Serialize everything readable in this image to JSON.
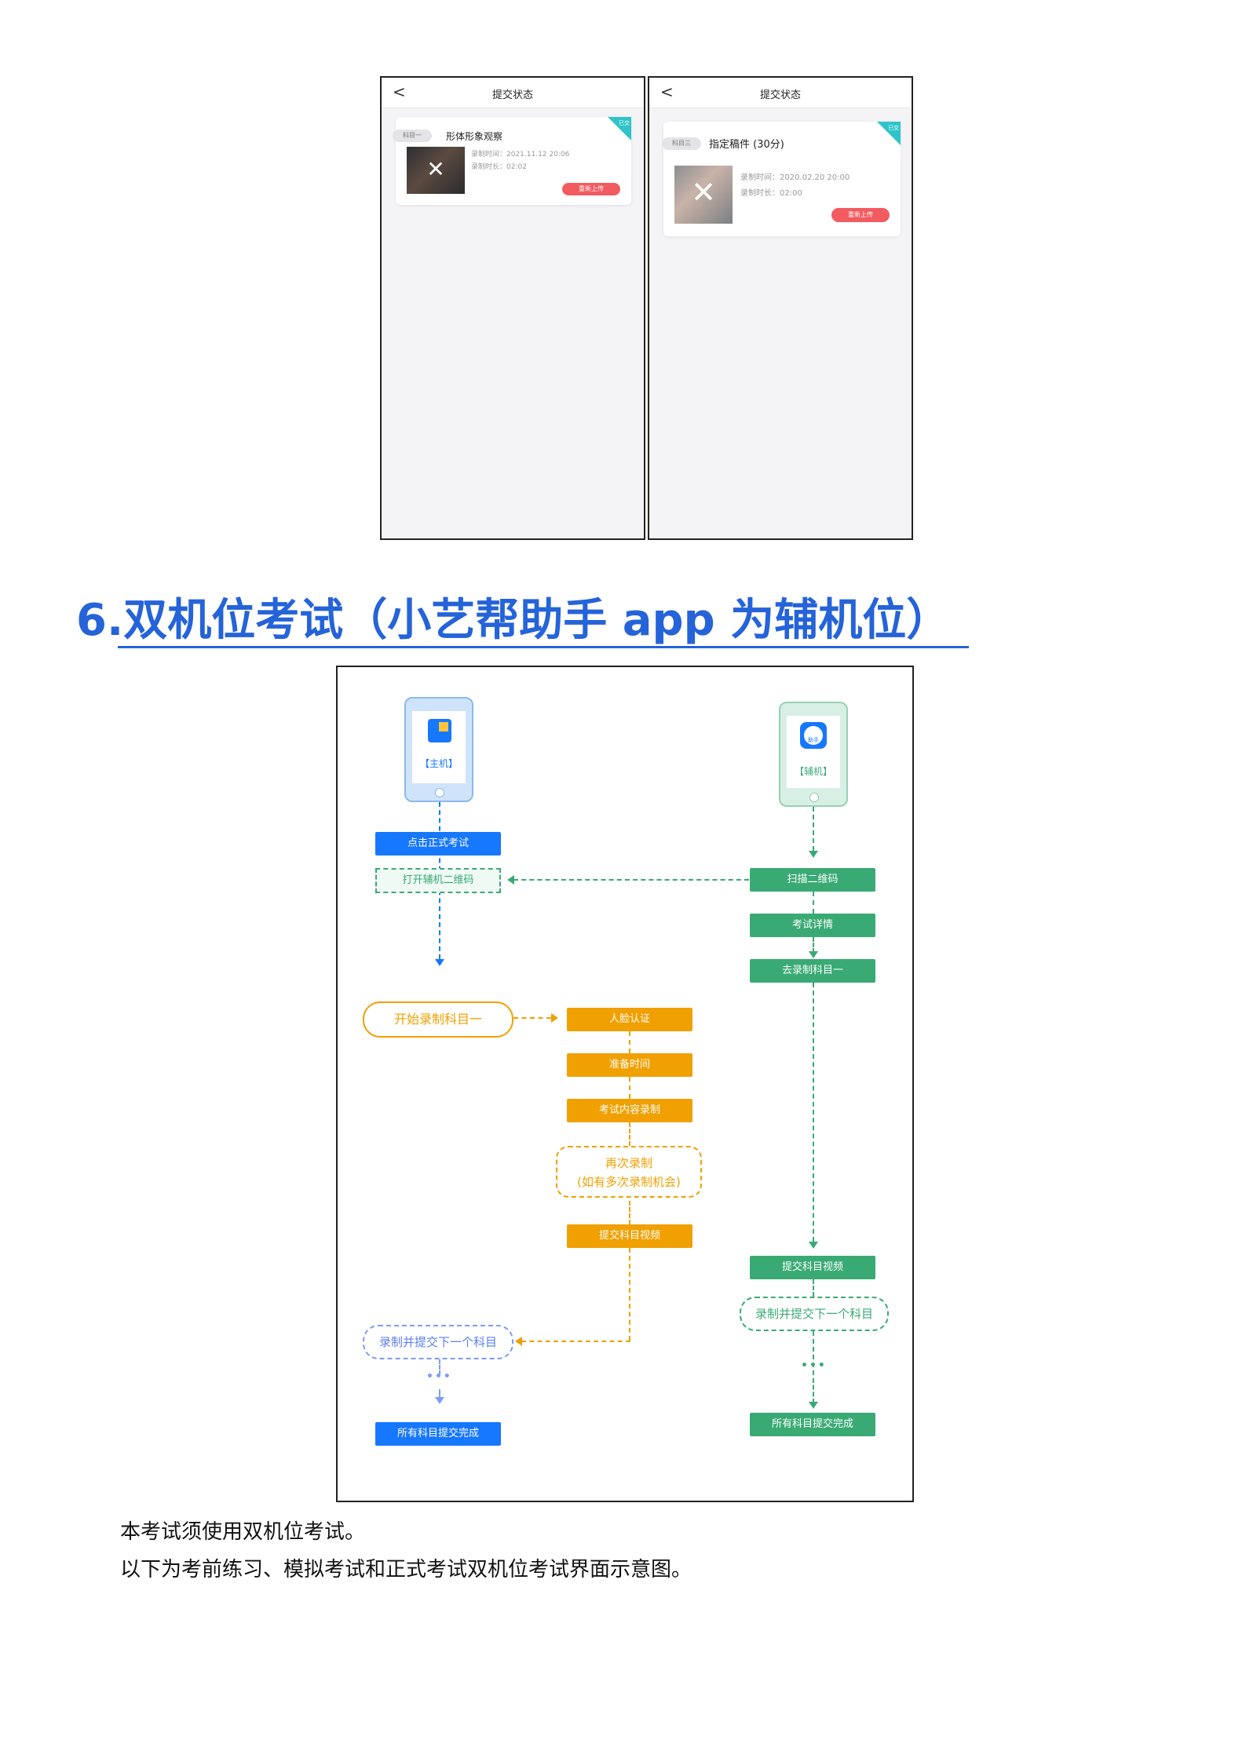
{
  "phone_left": {
    "back_glyph": "<",
    "title": "提交状态",
    "subject_tag": "科目一",
    "subject_name": "形体形象观察",
    "record_time": "录制时间：2021.11.12 20:06",
    "record_duration": "录制时长：02:02",
    "reupload": "重新上传",
    "corner_text": "已交"
  },
  "phone_right": {
    "back_glyph": "<",
    "title": "提交状态",
    "subject_tag": "科目三",
    "subject_name": "指定稿件 (30分)",
    "record_time": "录制时间：2020.02.20 20:00",
    "record_duration": "录制时长：02:00",
    "reupload": "重新上传",
    "corner_text": "已交"
  },
  "heading": {
    "number": "6.",
    "text": "双机位考试（小艺帮助手 app 为辅机位）"
  },
  "flowchart": {
    "main_label": "【主机】",
    "aux_label": "【辅机】",
    "aux_icon_text": "助手",
    "left": {
      "click_exam": "点击正式考试",
      "open_qr": "打开辅机二维码",
      "start_record": "开始录制科目一",
      "record_next": "录制并提交下一个科目",
      "all_done": "所有科目提交完成"
    },
    "middle": {
      "face_auth": "人脸认证",
      "prep_time": "准备时间",
      "record_content": "考试内容录制",
      "rerecord": "再次录制",
      "rerecord_note": "(如有多次录制机会)",
      "submit_video": "提交科目视频"
    },
    "right": {
      "scan_qr": "扫描二维码",
      "exam_detail": "考试详情",
      "go_record": "去录制科目一",
      "submit_video": "提交科目视频",
      "record_next": "录制并提交下一个科目",
      "all_done": "所有科目提交完成"
    },
    "ellipsis": "•••",
    "colors": {
      "blue": "#1677ff",
      "green": "#3aaa74",
      "orange": "#f0a000"
    }
  },
  "body": {
    "line1": "本考试须使用双机位考试。",
    "line2": "以下为考前练习、模拟考试和正式考试双机位考试界面示意图。"
  }
}
